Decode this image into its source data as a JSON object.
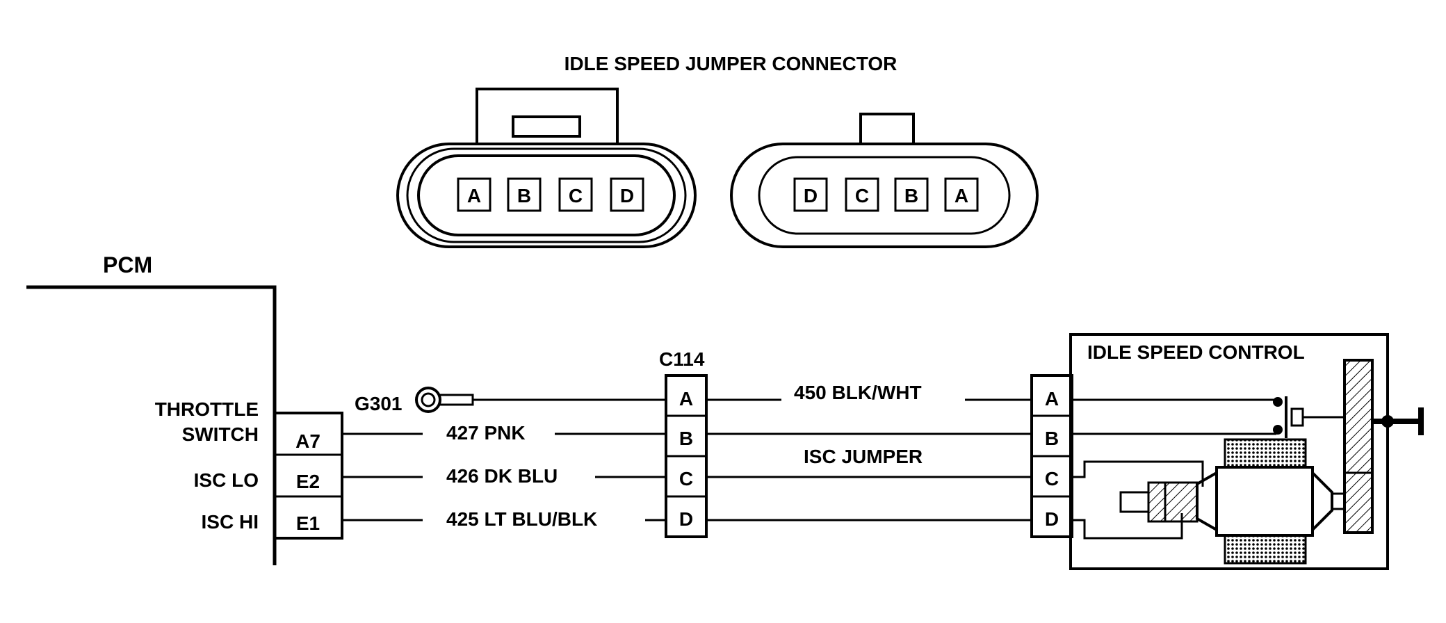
{
  "title": "IDLE SPEED JUMPER CONNECTOR",
  "connector_left_pins": [
    "A",
    "B",
    "C",
    "D"
  ],
  "connector_right_pins": [
    "D",
    "C",
    "B",
    "A"
  ],
  "pcm": {
    "label": "PCM",
    "signals": [
      {
        "name_line1": "THROTTLE",
        "name_line2": "SWITCH",
        "pin": "A7"
      },
      {
        "name": "ISC LO",
        "pin": "E2"
      },
      {
        "name": "ISC HI",
        "pin": "E1"
      }
    ]
  },
  "ground": "G301",
  "c114": {
    "label": "C114",
    "pins": [
      "A",
      "B",
      "C",
      "D"
    ]
  },
  "wires": {
    "a": "450 BLK/WHT",
    "b": "427 PNK",
    "c": "426 DK BLU",
    "d": "425 LT BLU/BLK",
    "jumper": "ISC JUMPER"
  },
  "isc": {
    "label": "IDLE SPEED CONTROL",
    "pins": [
      "A",
      "B",
      "C",
      "D"
    ]
  }
}
